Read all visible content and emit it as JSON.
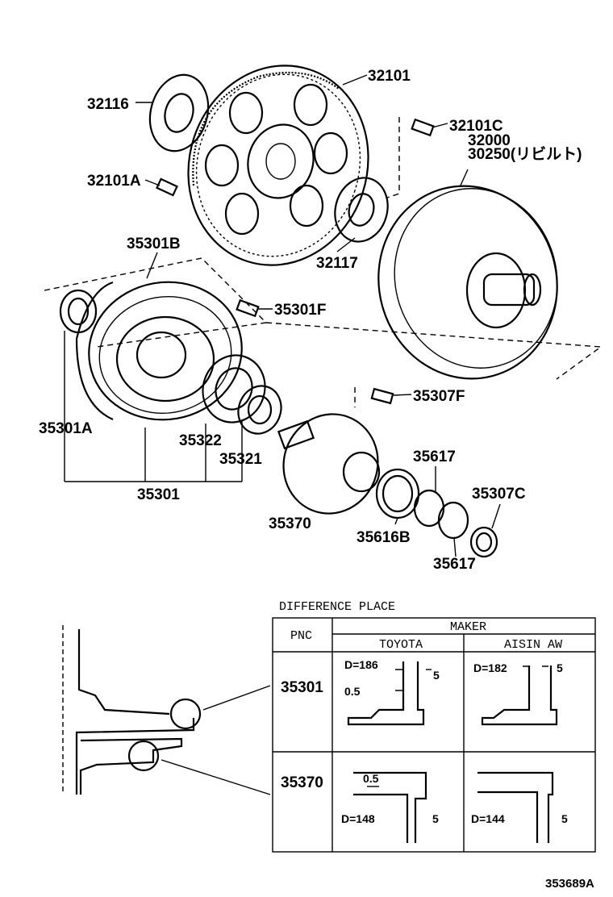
{
  "parts": {
    "p32101": "32101",
    "p32116": "32116",
    "p32101C": "32101C",
    "p32000": "32000",
    "p30250": "30250(リビルト)",
    "p32101A": "32101A",
    "p32117": "32117",
    "p35301B": "35301B",
    "p35301F": "35301F",
    "p35301A": "35301A",
    "p35322": "35322",
    "p35321": "35321",
    "p35301": "35301",
    "p35307F": "35307F",
    "p35617a": "35617",
    "p35307C": "35307C",
    "p35370": "35370",
    "p35616B": "35616B",
    "p35617b": "35617"
  },
  "table": {
    "title": "DIFFERENCE PLACE",
    "pnc_header": "PNC",
    "maker_header": "MAKER",
    "maker_toyota": "TOYOTA",
    "maker_aisin": "AISIN AW",
    "rows": [
      {
        "pnc": "35301",
        "toyota": {
          "d": "D=186",
          "a": "0.5",
          "b": "5"
        },
        "aisin": {
          "d": "D=182",
          "b": "5"
        }
      },
      {
        "pnc": "35370",
        "toyota": {
          "d": "D=148",
          "a": "0.5",
          "b": "5"
        },
        "aisin": {
          "d": "D=144",
          "b": "5"
        }
      }
    ]
  },
  "drawing_number": "353689A"
}
